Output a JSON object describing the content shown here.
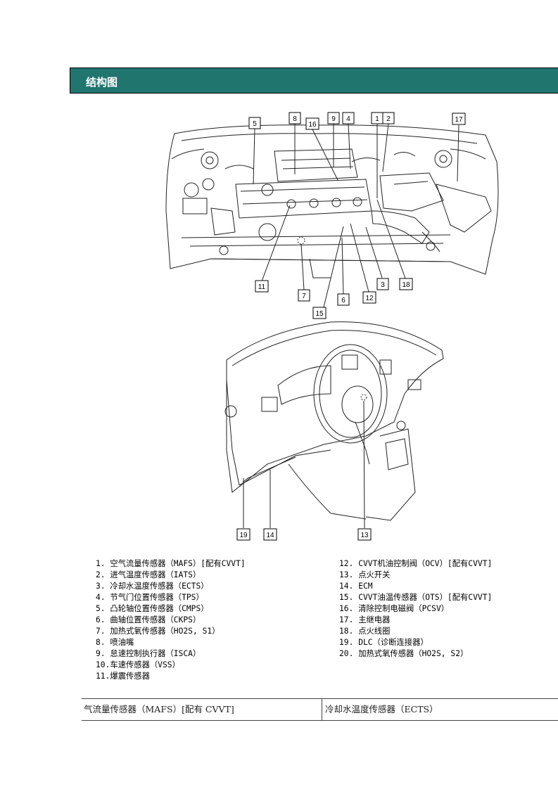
{
  "header": {
    "title": "结构图"
  },
  "engine_callouts": [
    "5",
    "8",
    "16",
    "9",
    "4",
    "1",
    "2",
    "17",
    "11",
    "7",
    "15",
    "6",
    "12",
    "3",
    "18"
  ],
  "dash_callouts": [
    "19",
    "14",
    "13"
  ],
  "legend": {
    "left": [
      "1. 空气流量传感器（MAFS）[配有CVVT]",
      "2. 进气温度传感器（IATS）",
      "3. 冷却水温度传感器（ECTS）",
      "4. 节气门位置传感器（TPS）",
      "5. 凸轮轴位置传感器（CMPS）",
      "6. 曲轴位置传感器（CKPS）",
      "7. 加热式氧传感器（HO2S, S1）",
      "8. 喷油嘴",
      "9. 怠速控制执行器（ISCA）",
      "10.车速传感器（VSS）",
      "11.爆震传感器"
    ],
    "right": [
      "12. CVVT机油控制阀（OCV）[配有CVVT]",
      "13. 点火开关",
      "14. ECM",
      "15. CVVT油温传感器（OTS）[配有CVVT]",
      "16. 清除控制电磁阀（PCSV）",
      "17. 主继电器",
      "18. 点火线圈",
      "19. DLC（诊断连接器）",
      "20. 加热式氧传感器（HO2S, S2）"
    ]
  },
  "table": {
    "col1": "气流量传感器（MAFS）[配有 CVVT]",
    "col2": "冷却水温度传感器（ECTS）"
  }
}
